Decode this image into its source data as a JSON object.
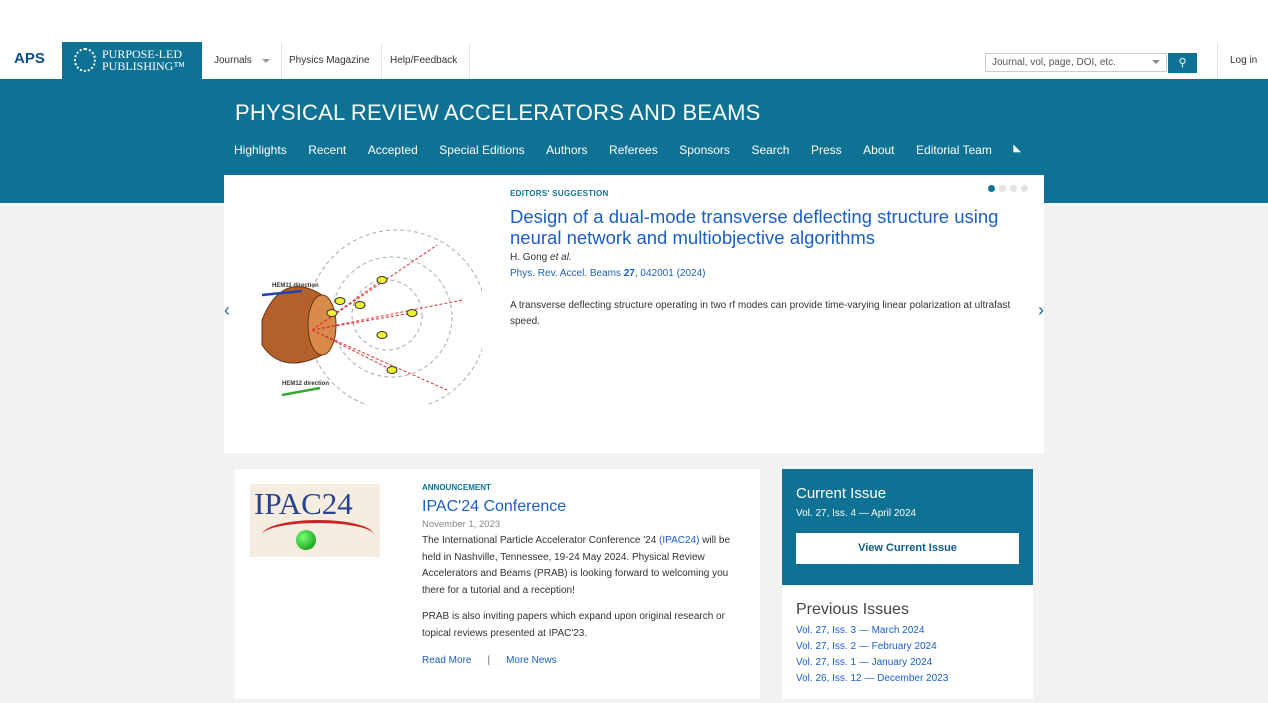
{
  "header": {
    "aps_logo": "APS",
    "ppl_logo": [
      "PURPOSE-LED",
      "PUBLISHING™"
    ],
    "nav": [
      "Journals",
      "Physics Magazine",
      "Help/Feedback"
    ],
    "search_placeholder": "Journal, vol, page, DOI, etc.",
    "login": "Log in"
  },
  "journal": {
    "title": "PHYSICAL REVIEW ACCELERATORS AND BEAMS",
    "nav": [
      "Highlights",
      "Recent",
      "Accepted",
      "Special Editions",
      "Authors",
      "Referees",
      "Sponsors",
      "Search",
      "Press",
      "About",
      "Editorial Team"
    ]
  },
  "carousel": {
    "label": "EDITORS' SUGGESTION",
    "title": "Design of a dual-mode transverse deflecting structure using neural network and multiobjective algorithms",
    "authors": "H. Gong",
    "et_al": "et al.",
    "cite_journal": "Phys. Rev. Accel. Beams",
    "cite_vol": "27",
    "cite_rest": ", 042001 (2024)",
    "abstract": "A transverse deflecting structure operating in two rf modes can provide time-varying linear polarization at ultrafast speed.",
    "figure_labels": [
      "HEM11 direction",
      "HEM12 direction"
    ],
    "slide_count": 4,
    "active_slide": 1
  },
  "announcement": {
    "label": "ANNOUNCEMENT",
    "title": "IPAC'24 Conference",
    "date": "November 1, 2023",
    "p1_a": "The International Particle Accelerator Conference '24 ",
    "p1_link": "(IPAC24)",
    "p1_b": " will be held in Nashville, Tennessee, 19-24 May 2024. Physical Review Accelerators and Beams (PRAB) is looking forward to welcoming you there for a tutorial and a reception!",
    "p2": "PRAB is also inviting papers which expand upon original research or topical reviews presented at IPAC'23.",
    "read_more": "Read More",
    "sep": "|",
    "more_news": "More News",
    "logo_text": "IPAC24"
  },
  "sidebar": {
    "current_title": "Current Issue",
    "current_issue": "Vol. 27, Iss. 4 — April 2024",
    "view_button": "View Current Issue",
    "previous_title": "Previous Issues",
    "previous": [
      "Vol. 27, Iss. 3 — March 2024",
      "Vol. 27, Iss. 2 — February 2024",
      "Vol. 27, Iss. 1 — January 2024",
      "Vol. 26, Iss. 12 — December 2023"
    ]
  }
}
